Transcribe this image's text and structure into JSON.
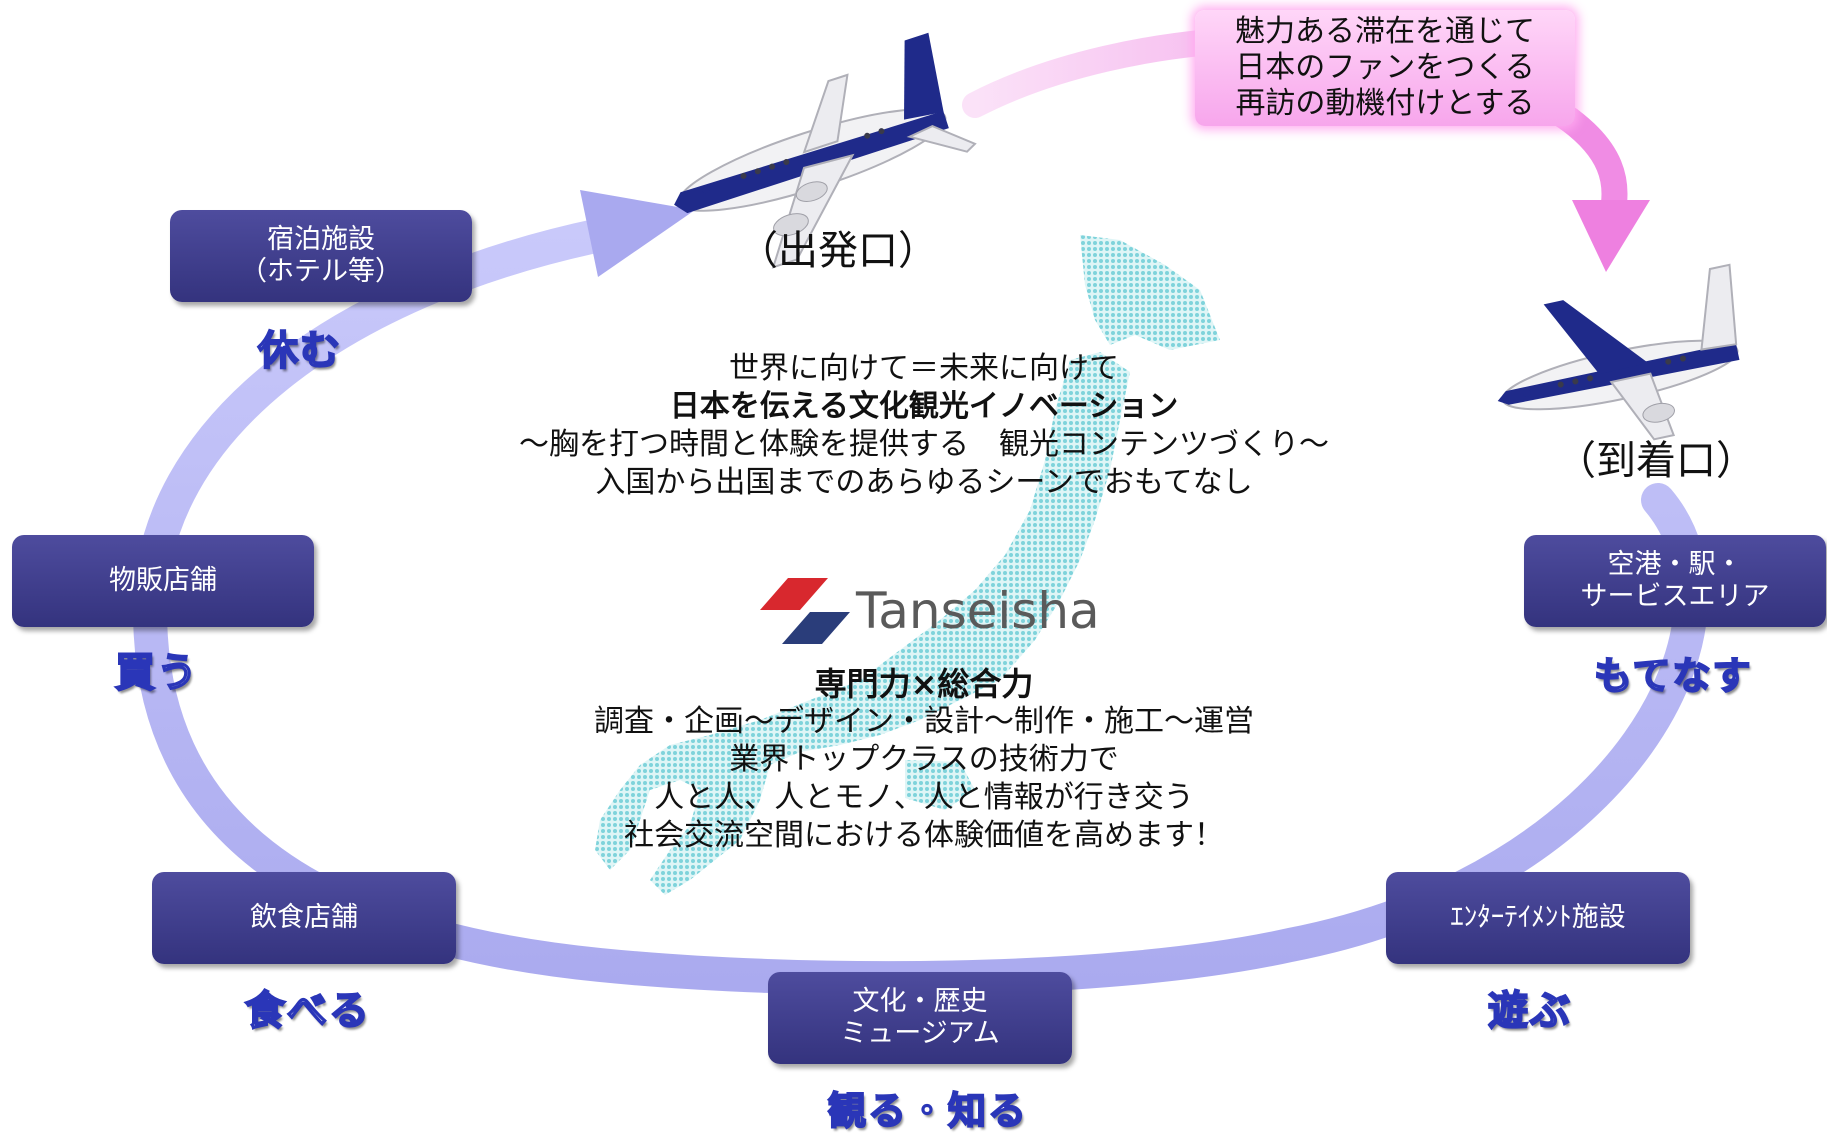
{
  "departure_label": "（出発口）",
  "arrival_label": "（到着口）",
  "pink_note": {
    "line1": "魅力ある滞在を通じて",
    "line2": "日本のファンをつくる",
    "line3": "再訪の動機付けとする"
  },
  "center_top": {
    "line1": "世界に向けて＝未来に向けて",
    "line2": "日本を伝える文化観光イノベーション",
    "line3": "～胸を打つ時間と体験を提供する　観光コンテンツづくり～",
    "line4": "入国から出国までのあらゆるシーンでおもてなし"
  },
  "logo_text": "Tanseisha",
  "center_bottom": {
    "line1": "専門力×総合力",
    "line2": "調査・企画～デザイン・設計～制作・施工～運営",
    "line3": "業界トップクラスの技術力で",
    "line4": "人と人、人とモノ、人と情報が行き交う",
    "line5": "社会交流空間における体験価値を高めます！"
  },
  "facilities": {
    "lodging": {
      "line1": "宿泊施設",
      "line2": "（ホテル等）",
      "verb": "休む"
    },
    "retail": {
      "line1": "物販店舗",
      "verb": "買う"
    },
    "dining": {
      "line1": "飲食店舗",
      "verb": "食べる"
    },
    "museum": {
      "line1": "文化・歴史",
      "line2": "ミュージアム",
      "verb": "観る・知る"
    },
    "entertainment": {
      "line1": "ｴﾝﾀｰﾃｲﾒﾝﾄ施設",
      "verb": "遊ぶ"
    },
    "airport": {
      "line1": "空港・駅・",
      "line2": "サービスエリア",
      "verb": "もてなす"
    }
  },
  "colors": {
    "box": "#3e3c8e",
    "ring": "#b8b8f4",
    "pink_arrow": "#f7a6ec",
    "map": "#a8e6ec",
    "logo_red": "#d8282e",
    "logo_blue": "#2a3d7a"
  }
}
